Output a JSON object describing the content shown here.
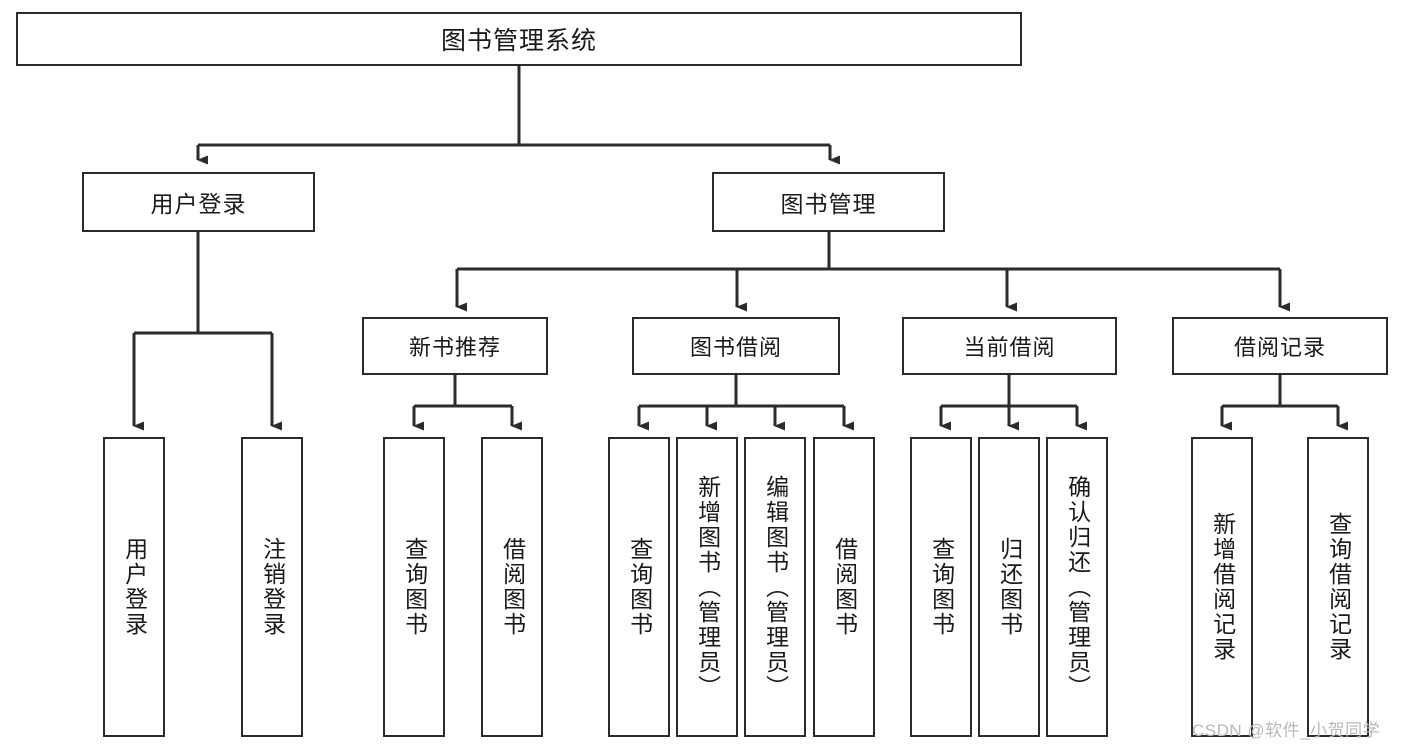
{
  "diagram": {
    "title": "图书管理系统",
    "type": "tree-hierarchy",
    "orientation": "top-down",
    "colors": {
      "box_border": "#2b2b2b",
      "box_fill": "#ffffff",
      "edge": "#2b2b2b",
      "text": "#1a1a1a",
      "watermark": "#b9b9b9",
      "background": "#ffffff"
    }
  },
  "root": {
    "label": "图书管理系统"
  },
  "level1": [
    {
      "label": "用户登录"
    },
    {
      "label": "图书管理"
    }
  ],
  "level2": [
    {
      "label": "新书推荐"
    },
    {
      "label": "图书借阅"
    },
    {
      "label": "当前借阅"
    },
    {
      "label": "借阅记录"
    }
  ],
  "leaves": {
    "user_login": [
      {
        "label": "用户登录"
      },
      {
        "label": "注销登录"
      }
    ],
    "new_book_recommend": [
      {
        "label": "查询图书"
      },
      {
        "label": "借阅图书"
      }
    ],
    "book_borrow": [
      {
        "label": "查询图书"
      },
      {
        "label": "新增图书（管理员）"
      },
      {
        "label": "编辑图书（管理员）"
      },
      {
        "label": "借阅图书"
      }
    ],
    "current_borrow": [
      {
        "label": "查询图书"
      },
      {
        "label": "归还图书"
      },
      {
        "label": "确认归还（管理员）"
      }
    ],
    "borrow_record": [
      {
        "label": "新增借阅记录"
      },
      {
        "label": "查询借阅记录"
      }
    ]
  },
  "watermark": {
    "text": "CSDN @软件_小贺同学"
  }
}
